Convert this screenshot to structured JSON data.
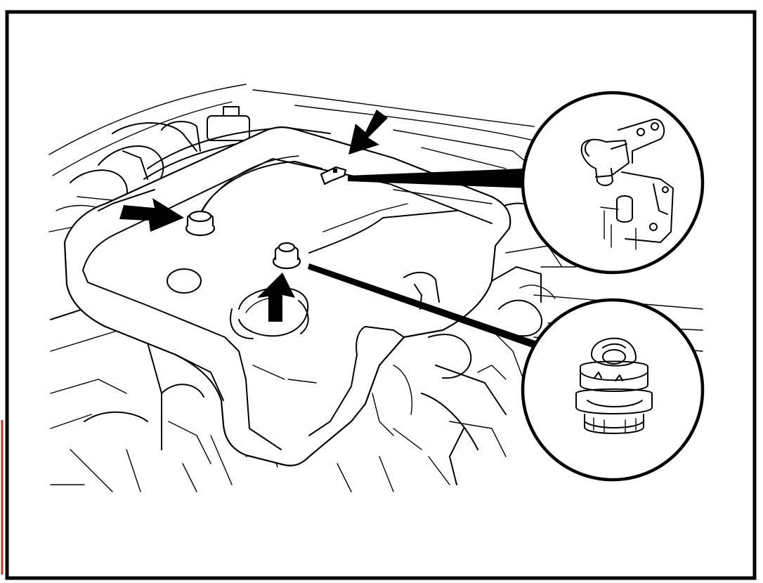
{
  "figure": {
    "type": "line-drawing",
    "subject": "engine-cover-removal",
    "border_color": "#000000",
    "edge_mark_color": "#c0392b",
    "callouts": [
      "clip-detail",
      "grommet-detail"
    ],
    "arrows": [
      "left-fastener-arrow",
      "top-clip-arrow",
      "center-fastener-arrow"
    ]
  }
}
